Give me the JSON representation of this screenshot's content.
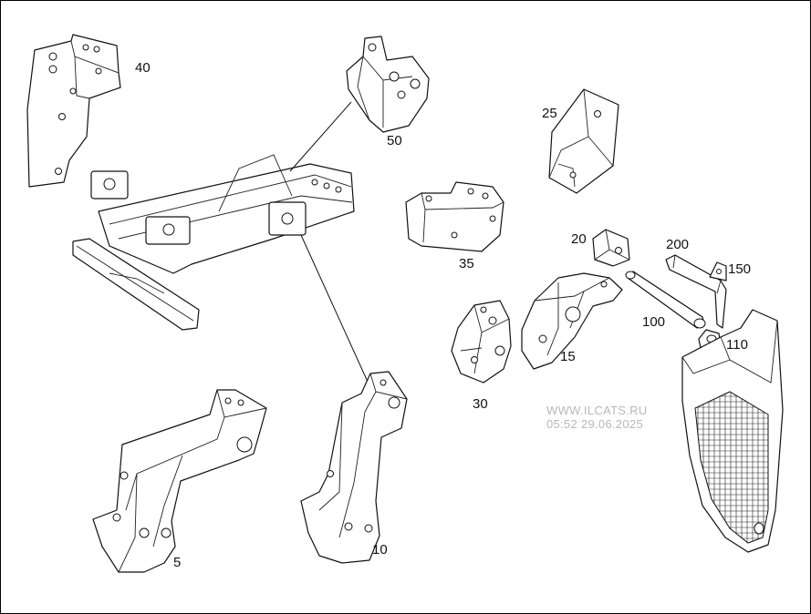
{
  "diagram": {
    "callouts": [
      {
        "id": "40",
        "label": "40"
      },
      {
        "id": "50",
        "label": "50"
      },
      {
        "id": "25",
        "label": "25"
      },
      {
        "id": "35",
        "label": "35"
      },
      {
        "id": "20",
        "label": "20"
      },
      {
        "id": "200",
        "label": "200"
      },
      {
        "id": "150",
        "label": "150"
      },
      {
        "id": "100",
        "label": "100"
      },
      {
        "id": "110",
        "label": "110"
      },
      {
        "id": "15",
        "label": "15"
      },
      {
        "id": "30",
        "label": "30"
      },
      {
        "id": "5",
        "label": "5"
      },
      {
        "id": "10",
        "label": "10"
      }
    ]
  },
  "watermark": {
    "site": "WWW.ILCATS.RU",
    "timestamp": "05:52 29.06.2025"
  }
}
